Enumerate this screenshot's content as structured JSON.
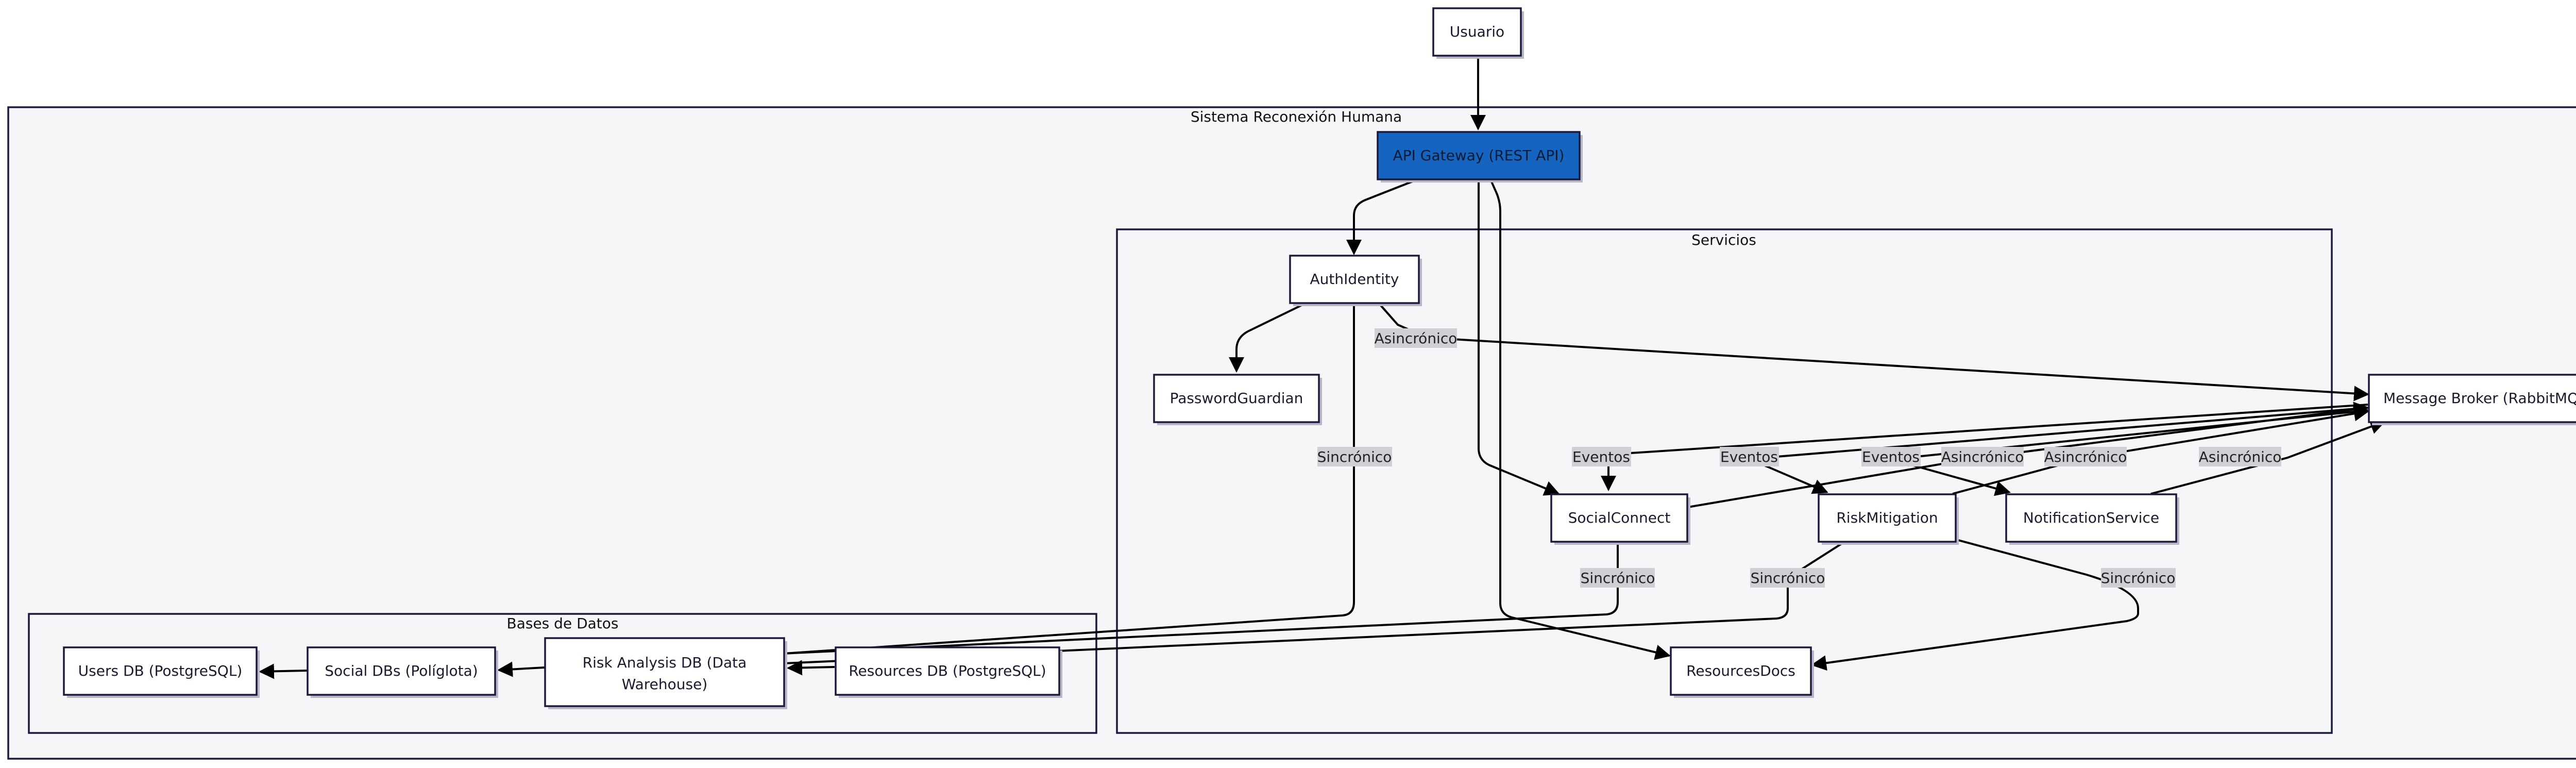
{
  "clusters": {
    "system": "Sistema Reconexión Humana",
    "services": "Servicios",
    "databases": "Bases de Datos"
  },
  "nodes": {
    "usuario": "Usuario",
    "api_gateway": "API Gateway (REST API)",
    "auth_identity": "AuthIdentity",
    "password_guardian": "PasswordGuardian",
    "message_broker": "Message Broker (RabbitMQ)",
    "social_connect": "SocialConnect",
    "risk_mitigation": "RiskMitigation",
    "notification_service": "NotificationService",
    "resources_docs": "ResourcesDocs",
    "users_db": "Users DB (PostgreSQL)",
    "social_dbs": "Social DBs (Políglota)",
    "risk_db_line1": "Risk Analysis DB (Data",
    "risk_db_line2": "Warehouse)",
    "resources_db": "Resources DB (PostgreSQL)"
  },
  "edge_labels": {
    "auth_async": "Asincrónico",
    "auth_sync": "Sincrónico",
    "evt_social": "Eventos",
    "evt_risk": "Eventos",
    "evt_notif": "Eventos",
    "social_async": "Asincrónico",
    "risk_async": "Asincrónico",
    "notif_async": "Asincrónico",
    "social_sync": "Sincrónico",
    "risk_sync": "Sincrónico",
    "risk_docs_sync": "Sincrónico"
  },
  "colors": {
    "primary_node": "#1565c0",
    "cluster_fill": "#f6f6f9",
    "border": "#1a1a3e",
    "edge": "#000000",
    "edge_label_bg": "#d0d0d4"
  }
}
